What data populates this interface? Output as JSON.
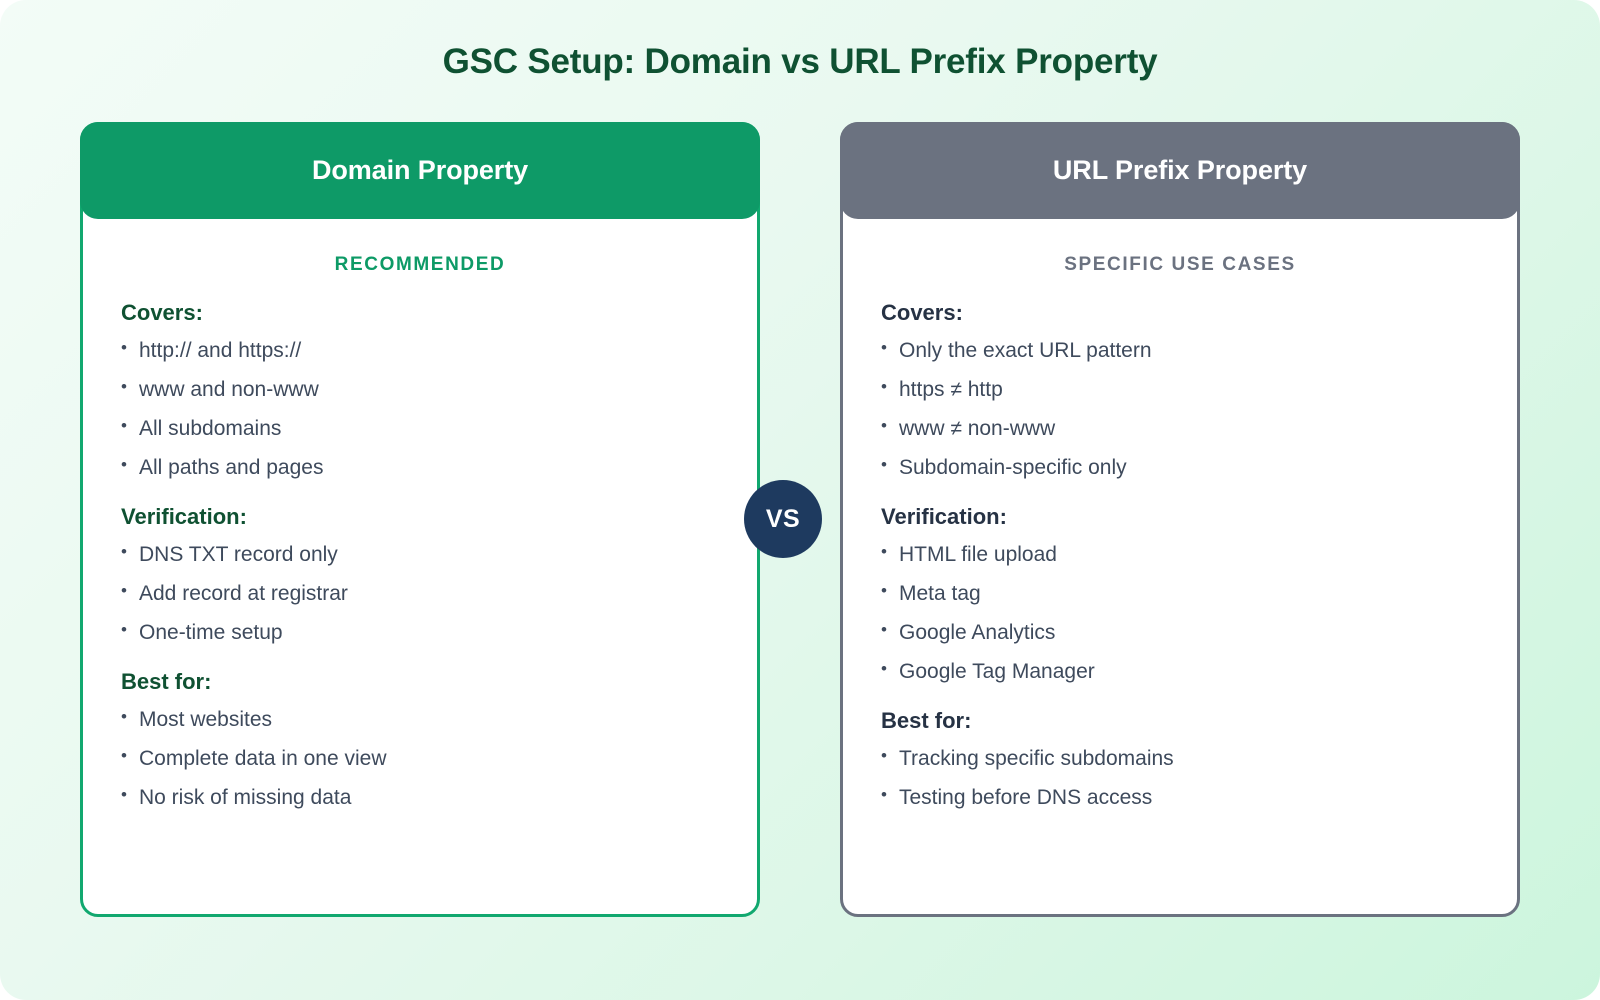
{
  "title": "GSC Setup: Domain vs URL Prefix Property",
  "vs_label": "VS",
  "colors": {
    "green_accent": "#0e9a67",
    "green_title": "#0f5132",
    "gray_accent": "#6b7280",
    "navy_badge": "#1e3a5f",
    "body_text": "#3e4a5c"
  },
  "cards": [
    {
      "header": "Domain Property",
      "badge": "RECOMMENDED",
      "sections": [
        {
          "title": "Covers:",
          "items": [
            "http:// and https://",
            "www and non-www",
            "All subdomains",
            "All paths and pages"
          ]
        },
        {
          "title": "Verification:",
          "items": [
            "DNS TXT record only",
            "Add record at registrar",
            "One-time setup"
          ]
        },
        {
          "title": "Best for:",
          "items": [
            "Most websites",
            "Complete data in one view",
            "No risk of missing data"
          ]
        }
      ]
    },
    {
      "header": "URL Prefix Property",
      "badge": "SPECIFIC USE CASES",
      "sections": [
        {
          "title": "Covers:",
          "items": [
            "Only the exact URL pattern",
            "https ≠ http",
            "www ≠ non-www",
            "Subdomain-specific only"
          ]
        },
        {
          "title": "Verification:",
          "items": [
            "HTML file upload",
            "Meta tag",
            "Google Analytics",
            "Google Tag Manager"
          ]
        },
        {
          "title": "Best for:",
          "items": [
            "Tracking specific subdomains",
            "Testing before DNS access"
          ]
        }
      ]
    }
  ]
}
